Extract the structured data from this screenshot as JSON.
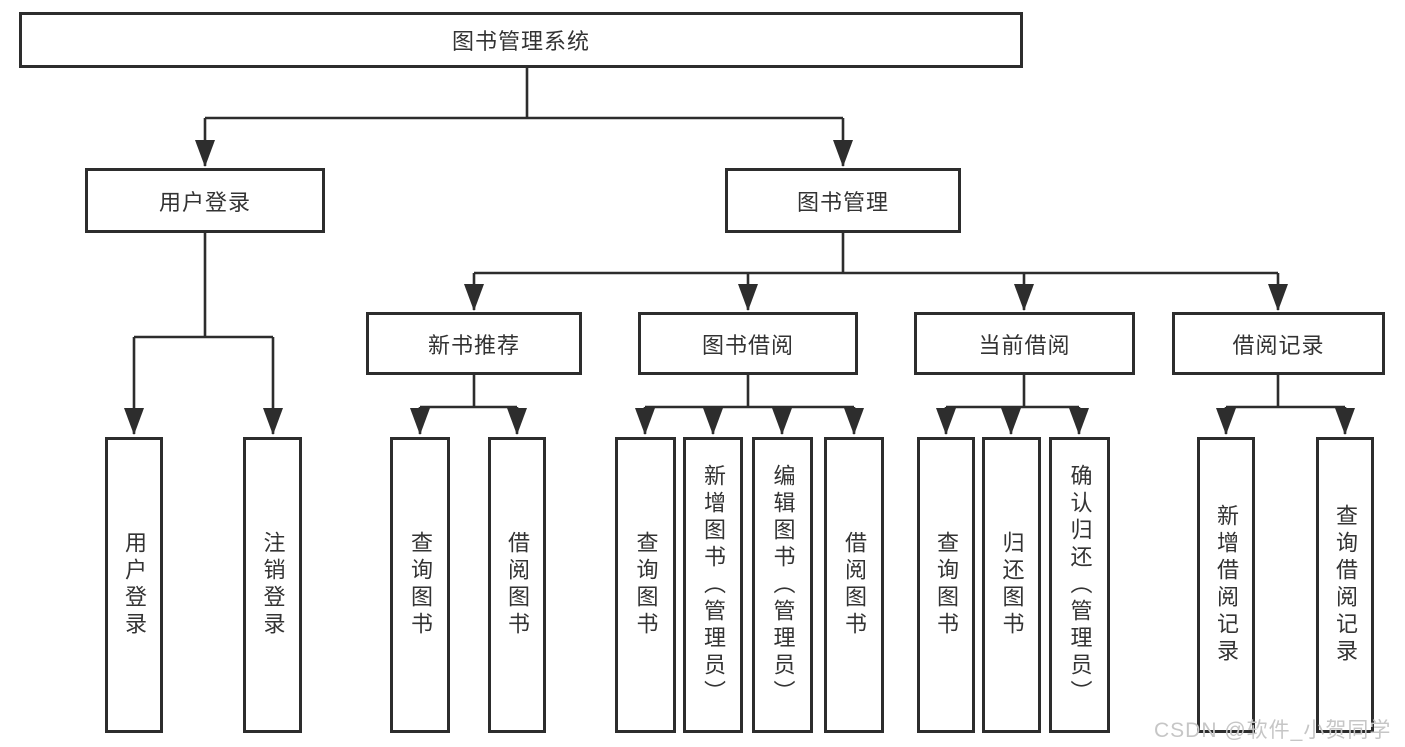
{
  "diagram": {
    "type": "hierarchy-tree",
    "root": {
      "label": "图书管理系统",
      "children": [
        {
          "label": "用户登录",
          "children": [
            {
              "label": "用户登录"
            },
            {
              "label": "注销登录"
            }
          ]
        },
        {
          "label": "图书管理",
          "children": [
            {
              "label": "新书推荐",
              "children": [
                {
                  "label": "查询图书"
                },
                {
                  "label": "借阅图书"
                }
              ]
            },
            {
              "label": "图书借阅",
              "children": [
                {
                  "label": "查询图书"
                },
                {
                  "label": "新增图书（管理员）"
                },
                {
                  "label": "编辑图书（管理员）"
                },
                {
                  "label": "借阅图书"
                }
              ]
            },
            {
              "label": "当前借阅",
              "children": [
                {
                  "label": "查询图书"
                },
                {
                  "label": "归还图书"
                },
                {
                  "label": "确认归还（管理员）"
                }
              ]
            },
            {
              "label": "借阅记录",
              "children": [
                {
                  "label": "新增借阅记录"
                },
                {
                  "label": "查询借阅记录"
                }
              ]
            }
          ]
        }
      ]
    }
  },
  "colors": {
    "line": "#2d2d2d",
    "box_border": "#2d2d2d",
    "text": "#333333",
    "watermark": "#c6c6c6",
    "background": "#ffffff"
  },
  "watermark": {
    "text": "CSDN @软件_小贺同学"
  }
}
